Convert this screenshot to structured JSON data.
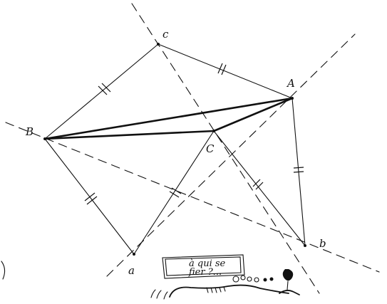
{
  "points": {
    "c_small": "c",
    "A": "A",
    "B": "B",
    "C": "C",
    "a": "a",
    "b": "b"
  },
  "caption": {
    "line1": "à qui se",
    "line2": "fier ?..."
  }
}
